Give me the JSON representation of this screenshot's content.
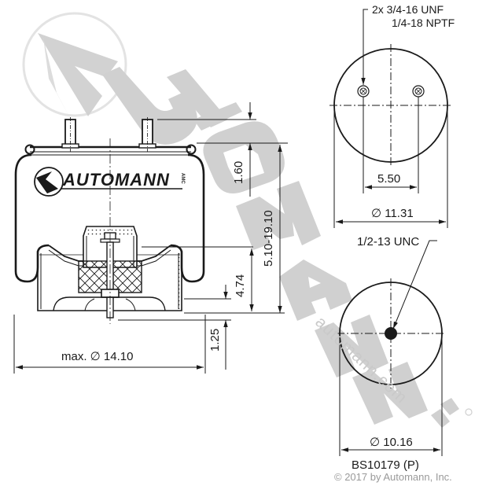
{
  "watermark": {
    "brand_big": "AUTOMANN",
    "website": "automann.com",
    "mark": "AMC",
    "color": "#d0d0d0"
  },
  "side_view": {
    "logo_text": "AUTOMANN",
    "logo_mark": "AMC",
    "dimensions": {
      "top_stud_height": "1.60",
      "height_range": "5.10-19.10",
      "piston_height": "4.74",
      "stud_bottom": "1.25",
      "max_diameter": "max. ∅ 14.10"
    }
  },
  "top_view": {
    "thread_callout_1": "2x 3/4-16 UNF",
    "thread_callout_2": "1/4-18 NPTF",
    "stud_spacing": "5.50",
    "diameter": "∅ 11.31"
  },
  "bottom_view": {
    "thread_callout": "1/2-13 UNC",
    "diameter": "∅ 10.16"
  },
  "footer": {
    "part_number": "BS10179 (P)",
    "copyright": "© 2017 by Automann, Inc."
  },
  "colors": {
    "line": "#1a1a1a",
    "watermark": "#d0d0d0",
    "copyright": "#9a9a9a"
  }
}
